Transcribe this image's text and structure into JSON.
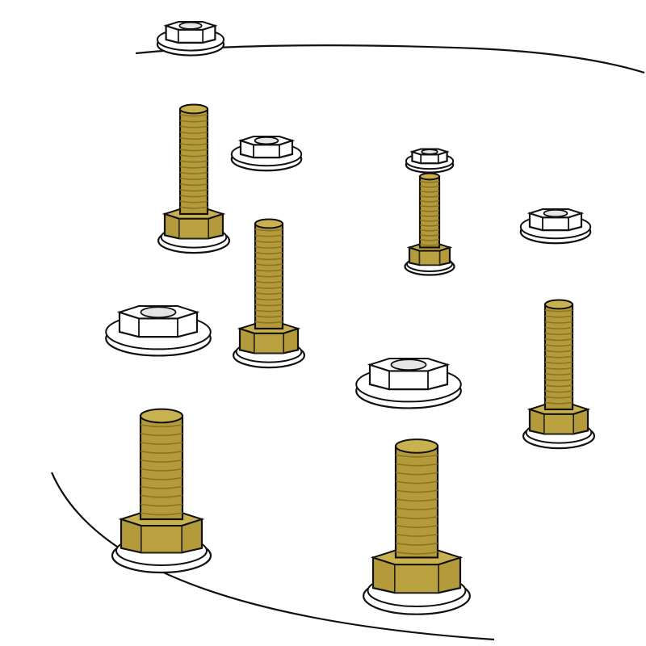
{
  "colors": {
    "background": "#ffffff",
    "outline": "#111111",
    "brass": "#b39a3a",
    "brass_light": "#c9b14f",
    "brass_dark": "#8c7424",
    "nut_fill": "#ffffff",
    "nut_shade": "#e6e6e6"
  },
  "parts": {
    "bolts": [
      {
        "name": "bolt-large-left",
        "size": "large"
      },
      {
        "name": "bolt-large-right",
        "size": "large"
      },
      {
        "name": "bolt-medium-upper-left",
        "size": "medium"
      },
      {
        "name": "bolt-medium-center",
        "size": "medium"
      },
      {
        "name": "bolt-medium-right",
        "size": "medium"
      },
      {
        "name": "bolt-small-right",
        "size": "small"
      }
    ],
    "nuts": [
      {
        "name": "flange-nut-top",
        "size": "medium"
      },
      {
        "name": "flange-nut-upper",
        "size": "medium"
      },
      {
        "name": "flange-nut-small",
        "size": "small"
      },
      {
        "name": "flange-nut-right",
        "size": "medium"
      },
      {
        "name": "flange-nut-large-left",
        "size": "large"
      },
      {
        "name": "flange-nut-large-center",
        "size": "large"
      }
    ]
  }
}
